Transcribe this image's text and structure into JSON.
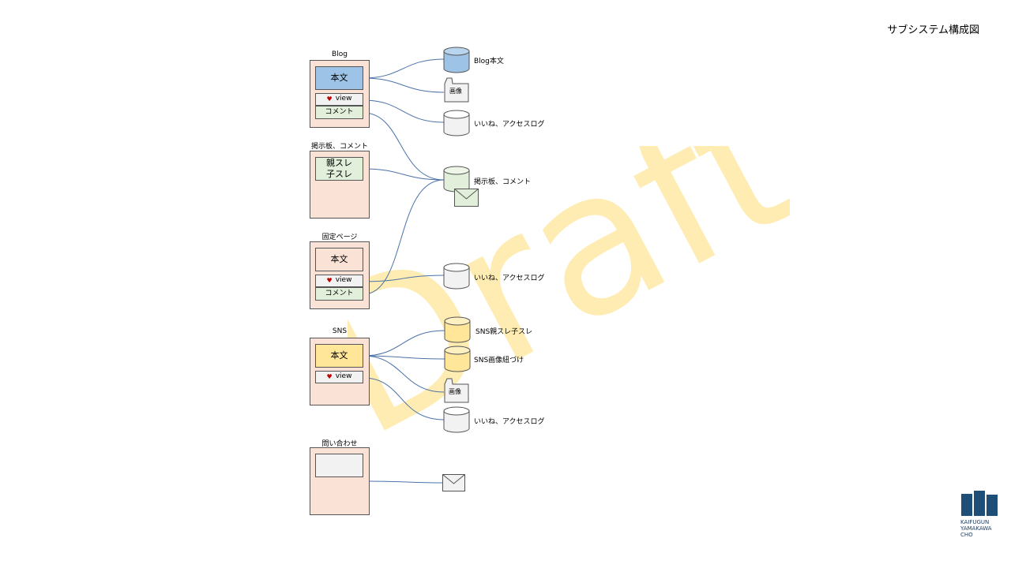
{
  "title": "サブシステム構成図",
  "watermark": "Draft",
  "colors": {
    "panel": "#fae3d6",
    "blue": "#9dc3e6",
    "green": "#e2efda",
    "yellow": "#ffe699",
    "gray": "#f2f2f2",
    "line": "#4a72a8",
    "watermark": "#ffe699",
    "logo": "#1f4e79"
  },
  "sections": {
    "blog": {
      "label": "Blog",
      "main": "本文",
      "view": "view",
      "comment": "コメント"
    },
    "bbs": {
      "label": "掲示板、コメント",
      "main_line1": "親スレ",
      "main_line2": "子スレ"
    },
    "fixed": {
      "label": "固定ページ",
      "main": "本文",
      "view": "view",
      "comment": "コメント"
    },
    "sns": {
      "label": "SNS",
      "main": "本文",
      "view": "view"
    },
    "contact": {
      "label": "問い合わせ"
    }
  },
  "stores": {
    "blog_body": "Blog本文",
    "blog_image": "画像",
    "blog_likes": "いいね、アクセスログ",
    "bbs_comment": "掲示板、コメント",
    "fixed_likes": "いいね、アクセスログ",
    "sns_thread": "SNS親スレ子スレ",
    "sns_image_link": "SNS画像紐づけ",
    "sns_image": "画像",
    "sns_likes": "いいね、アクセスログ"
  },
  "logo": {
    "line1": "KAIFUGUN",
    "line2": "YAMAKAWA",
    "line3": "CHO"
  }
}
